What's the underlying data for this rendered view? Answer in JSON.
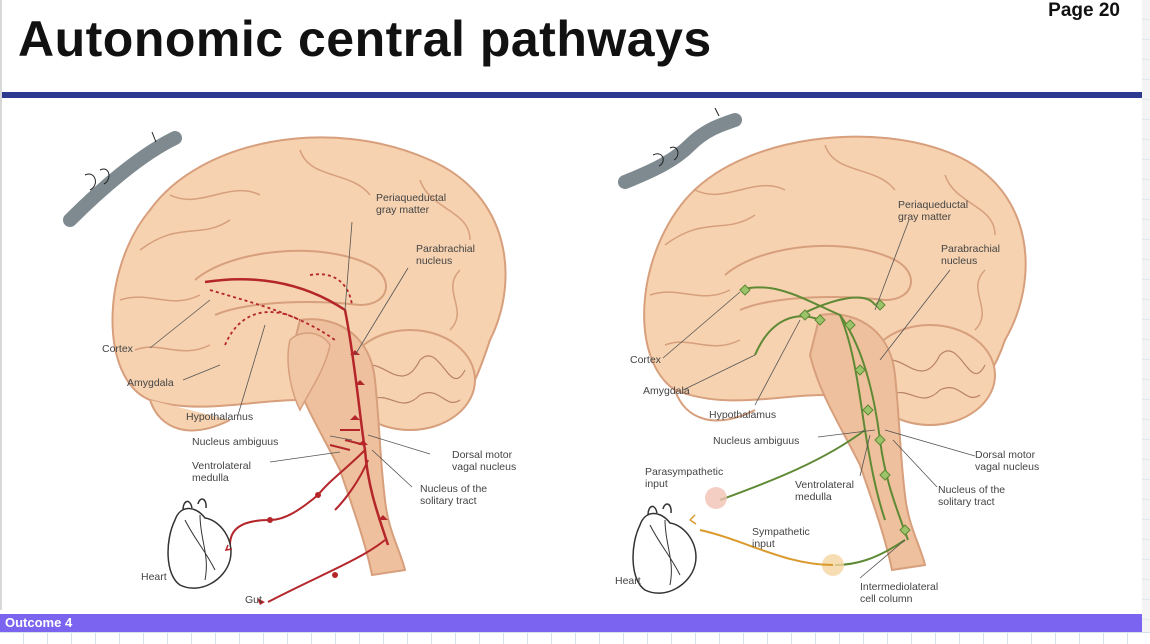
{
  "page": {
    "title": "Autonomic central pathways",
    "page_number": "Page 20"
  },
  "footer": {
    "label": "Outcome 4"
  },
  "colors": {
    "title_rule": "#2e3a8f",
    "footer_bar": "#7a64f0",
    "brain_fill": "#f6d2b0",
    "pathway_left": "#b5262b",
    "pathway_right": "#5f8a35",
    "sympathetic_input": "#d99a2b",
    "annotation_scribble": "#7e8a8f"
  },
  "diagram_left": {
    "labels": {
      "periaqueductal": [
        "Periaqueductal",
        "gray matter"
      ],
      "parabrachial": [
        "Parabrachial",
        "nucleus"
      ],
      "cortex": "Cortex",
      "amygdala": "Amygdala",
      "hypothalamus": "Hypothalamus",
      "nucleus_ambiguus": "Nucleus ambiguus",
      "ventrolateral": [
        "Ventrolateral",
        "medulla"
      ],
      "dorsal_motor": [
        "Dorsal motor",
        "vagal nucleus"
      ],
      "solitary": [
        "Nucleus of the",
        "solitary tract"
      ],
      "heart": "Heart",
      "gut": "Gut"
    }
  },
  "diagram_right": {
    "labels": {
      "periaqueductal": [
        "Periaqueductal",
        "gray matter"
      ],
      "parabrachial": [
        "Parabrachial",
        "nucleus"
      ],
      "cortex": "Cortex",
      "amygdala": "Amygdala",
      "hypothalamus": "Hypothalamus",
      "nucleus_ambiguus": "Nucleus ambiguus",
      "parasympathetic": [
        "Parasympathetic",
        "input"
      ],
      "ventrolateral": [
        "Ventrolateral",
        "medulla"
      ],
      "dorsal_motor": [
        "Dorsal motor",
        "vagal nucleus"
      ],
      "solitary": [
        "Nucleus of the",
        "solitary tract"
      ],
      "sympathetic": [
        "Sympathetic",
        "input"
      ],
      "heart": "Heart",
      "intermediolateral": [
        "Intermediolateral",
        "cell column"
      ]
    }
  }
}
